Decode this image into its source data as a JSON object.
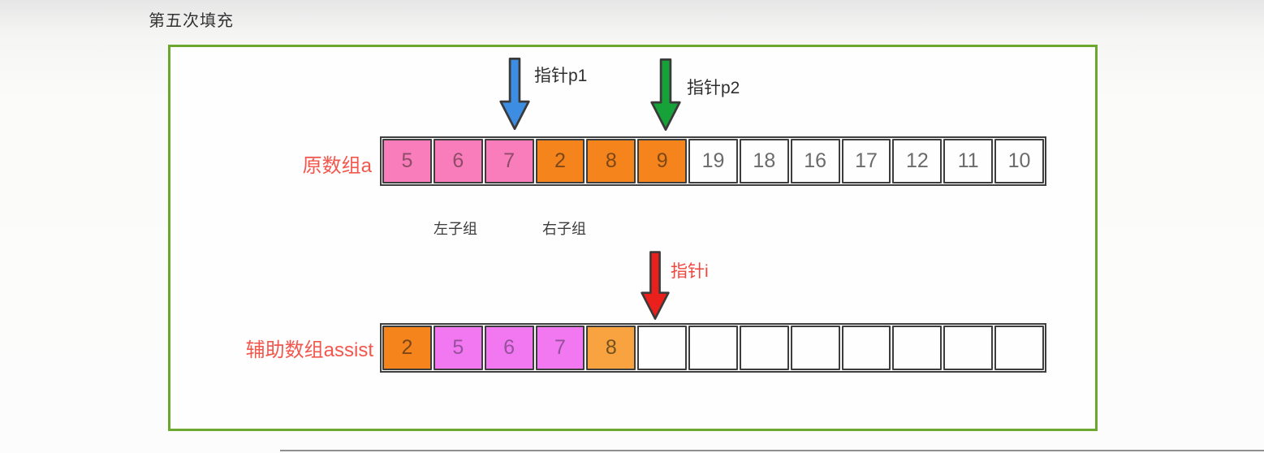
{
  "page": {
    "title": "第五次填充"
  },
  "colors": {
    "box_border_green": "#6CA82F",
    "cell_pink": "#F97CBB",
    "cell_orange": "#F5841D",
    "cell_violet": "#F278F2",
    "cell_light_orange": "#F8A33F",
    "label_red": "#F1574C",
    "pointer_blue": "#3D8DE2",
    "pointer_green": "#16A139",
    "pointer_red": "#E9201C"
  },
  "pointers": {
    "p1": {
      "label": "指针p1",
      "color": "#3D8DE2"
    },
    "p2": {
      "label": "指针p2",
      "color": "#16A139"
    },
    "i": {
      "label": "指针i",
      "color": "#E9201C"
    }
  },
  "groups": {
    "left": "左子组",
    "right": "右子组"
  },
  "arrays": {
    "a": {
      "label": "原数组a",
      "cells": [
        {
          "value": "5",
          "color": "pink"
        },
        {
          "value": "6",
          "color": "pink"
        },
        {
          "value": "7",
          "color": "pink"
        },
        {
          "value": "2",
          "color": "orange"
        },
        {
          "value": "8",
          "color": "orange"
        },
        {
          "value": "9",
          "color": "orange"
        },
        {
          "value": "19",
          "color": "white"
        },
        {
          "value": "18",
          "color": "white"
        },
        {
          "value": "16",
          "color": "white"
        },
        {
          "value": "17",
          "color": "white"
        },
        {
          "value": "12",
          "color": "white"
        },
        {
          "value": "11",
          "color": "white"
        },
        {
          "value": "10",
          "color": "white"
        }
      ]
    },
    "assist": {
      "label": "辅助数组assist",
      "cells": [
        {
          "value": "2",
          "color": "orange"
        },
        {
          "value": "5",
          "color": "violet"
        },
        {
          "value": "6",
          "color": "violet"
        },
        {
          "value": "7",
          "color": "violet"
        },
        {
          "value": "8",
          "color": "light-orange"
        },
        {
          "value": "",
          "color": "white"
        },
        {
          "value": "",
          "color": "white"
        },
        {
          "value": "",
          "color": "white"
        },
        {
          "value": "",
          "color": "white"
        },
        {
          "value": "",
          "color": "white"
        },
        {
          "value": "",
          "color": "white"
        },
        {
          "value": "",
          "color": "white"
        },
        {
          "value": "",
          "color": "white"
        }
      ]
    }
  }
}
